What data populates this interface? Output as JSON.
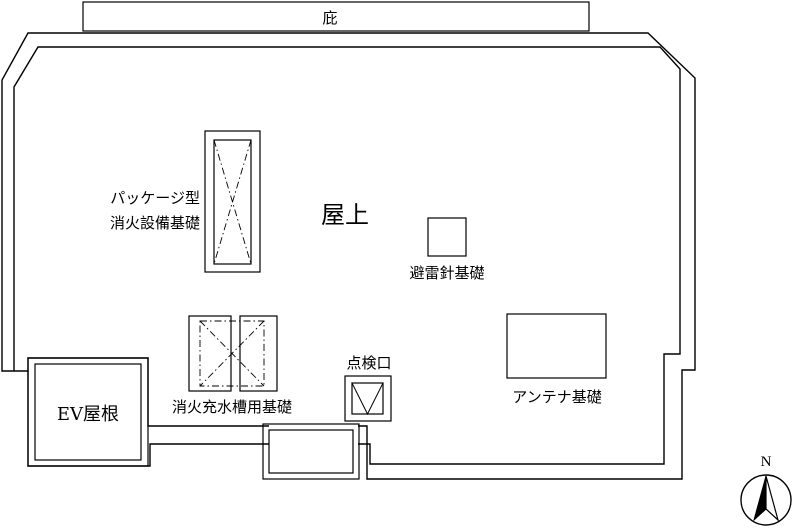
{
  "labels": {
    "eave": "庇",
    "rooftop": "屋上",
    "package_foundation_line1": "パッケージ型",
    "package_foundation_line2": "消火設備基礎",
    "lightning_rod_foundation": "避雷針基礎",
    "inspection_hatch": "点検口",
    "antenna_foundation": "アンテナ基礎",
    "water_tank_foundation": "消火充水槽用基礎",
    "ev_roof": "EV屋根",
    "north": "N"
  },
  "colors": {
    "line": "#000000",
    "background": "#ffffff"
  }
}
